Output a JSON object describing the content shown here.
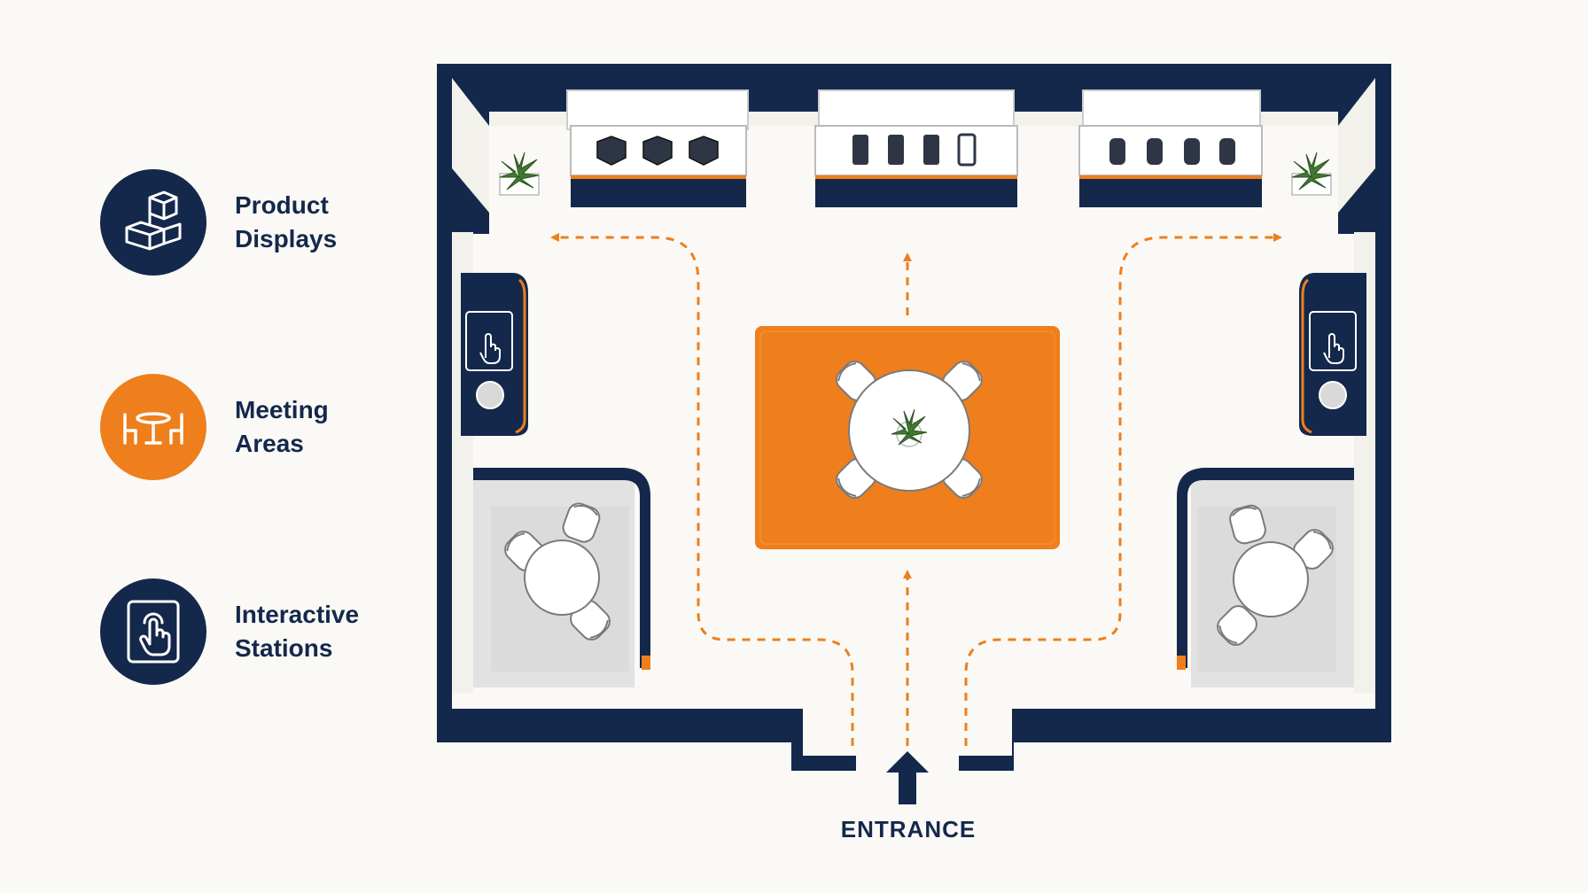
{
  "legend": [
    {
      "line1": "Product",
      "line2": "Displays",
      "icon": "cube-boxes-icon",
      "color": "#14284B"
    },
    {
      "line1": "Meeting",
      "line2": "Areas",
      "icon": "table-chairs-icon",
      "color": "#EE7F1C"
    },
    {
      "line1": "Interactive",
      "line2": "Stations",
      "icon": "touch-screen-icon",
      "color": "#14284B"
    }
  ],
  "entrance_label": "ENTRANCE",
  "colors": {
    "navy": "#14284B",
    "orange": "#EE7F1C",
    "floor": "#FAF9F6",
    "wall_inner": "#F3F1EC"
  }
}
